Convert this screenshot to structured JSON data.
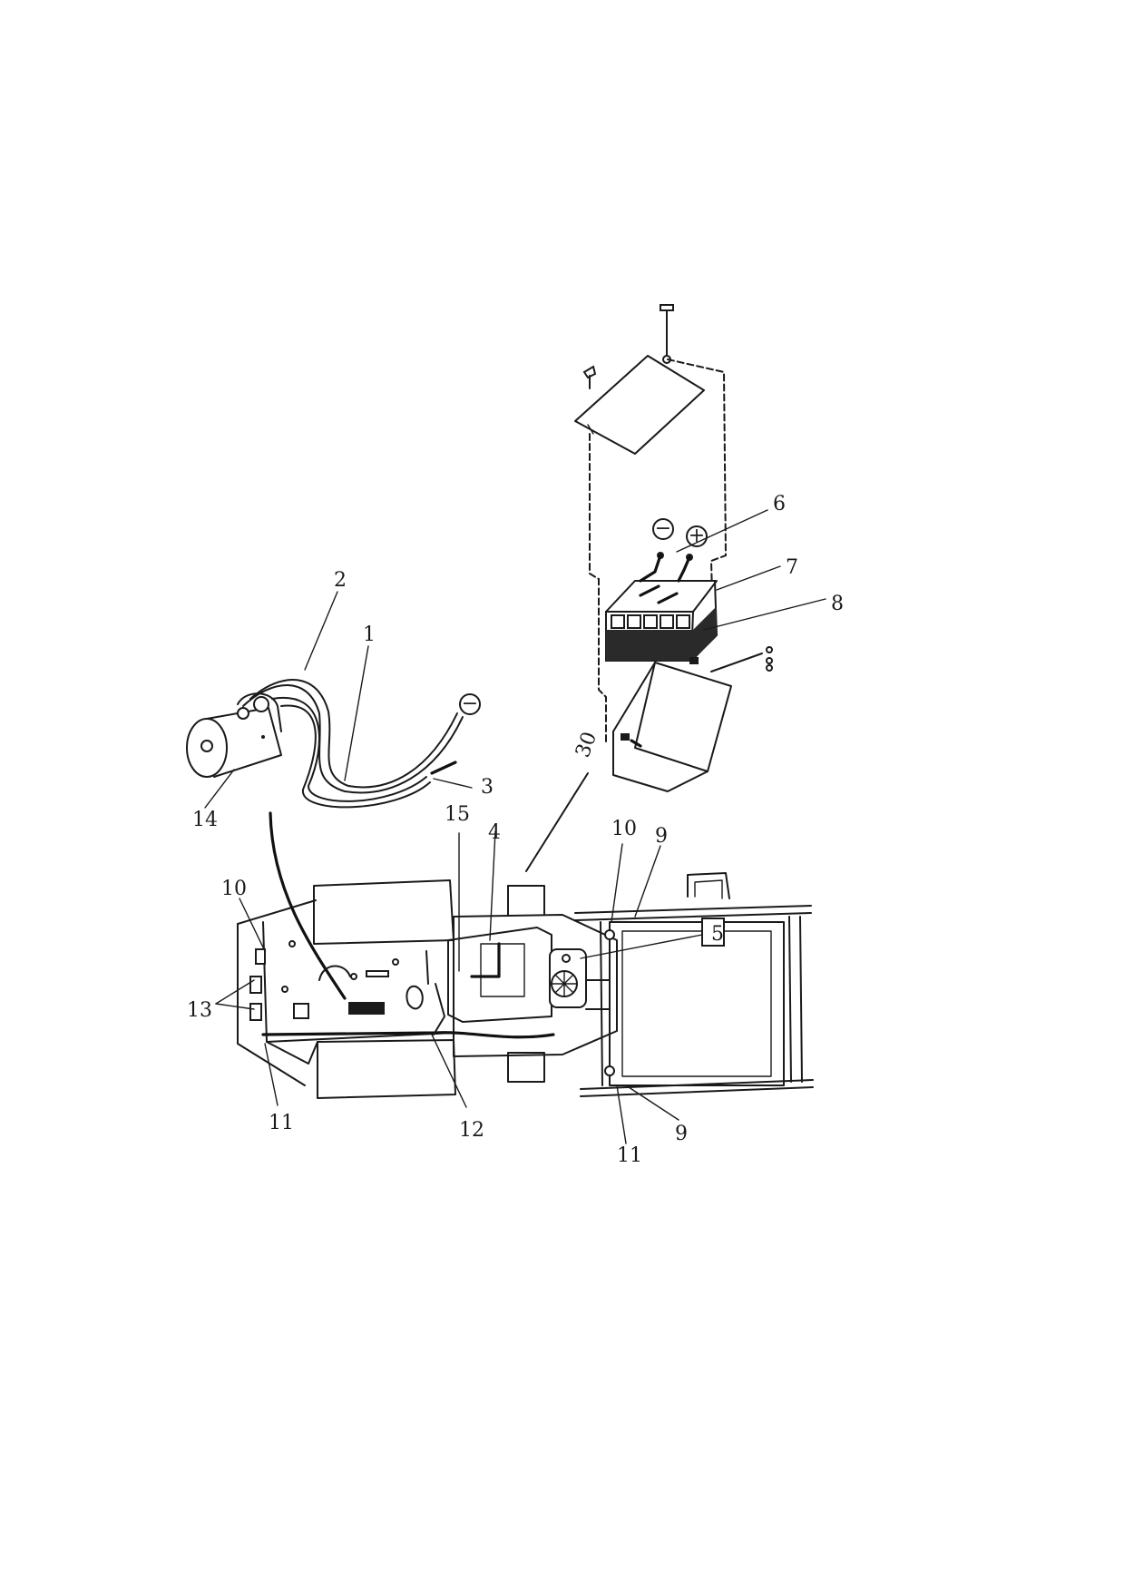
{
  "diagram": {
    "callouts": [
      {
        "id": "c1",
        "label": "1"
      },
      {
        "id": "c2",
        "label": "2"
      },
      {
        "id": "c3",
        "label": "3"
      },
      {
        "id": "c4",
        "label": "4"
      },
      {
        "id": "c5",
        "label": "5"
      },
      {
        "id": "c6",
        "label": "6"
      },
      {
        "id": "c7",
        "label": "7"
      },
      {
        "id": "c8",
        "label": "8"
      },
      {
        "id": "c9a",
        "label": "9"
      },
      {
        "id": "c9b",
        "label": "9"
      },
      {
        "id": "c10a",
        "label": "10"
      },
      {
        "id": "c10b",
        "label": "10"
      },
      {
        "id": "c11a",
        "label": "11"
      },
      {
        "id": "c11b",
        "label": "11"
      },
      {
        "id": "c12",
        "label": "12"
      },
      {
        "id": "c13",
        "label": "13"
      },
      {
        "id": "c14",
        "label": "14"
      },
      {
        "id": "c15",
        "label": "15"
      }
    ],
    "battery_terminal_negative": "−",
    "battery_terminal_positive": "+",
    "starter_terminal_negative": "−",
    "cable_mark_30": "30"
  }
}
